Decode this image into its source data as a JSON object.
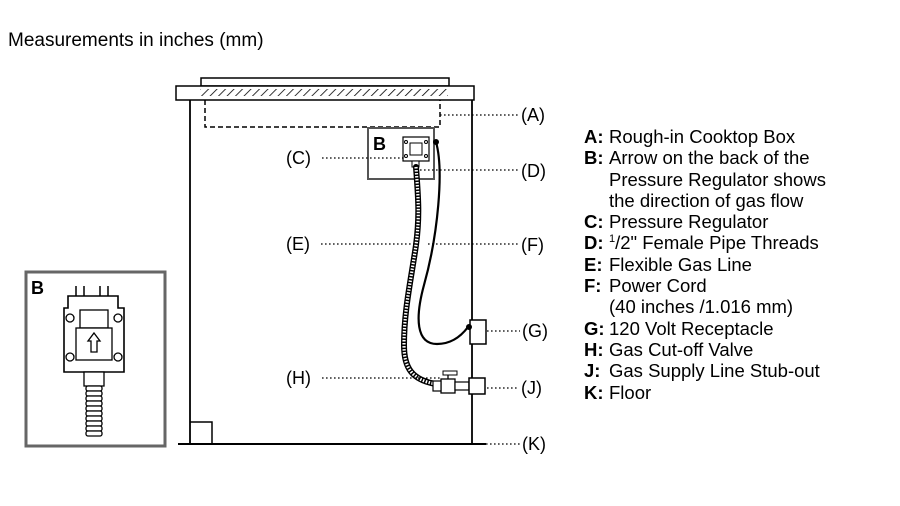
{
  "title": "Measurements in inches (mm)",
  "callouts": {
    "A": "(A)",
    "B_main": "B",
    "B_inset": "B",
    "C": "(C)",
    "D": "(D)",
    "E": "(E)",
    "F": "(F)",
    "G": "(G)",
    "H": "(H)",
    "J": "(J)",
    "K": "(K)"
  },
  "legend": [
    {
      "key": "A:",
      "lines": [
        "Rough-in Cooktop Box"
      ]
    },
    {
      "key": "B:",
      "lines": [
        "Arrow on the back of the",
        "Pressure Regulator shows",
        "the direction of gas flow"
      ]
    },
    {
      "key": "C:",
      "lines": [
        "Pressure Regulator"
      ]
    },
    {
      "key": "D:",
      "sup": "1",
      "lines": [
        "/2\" Female Pipe Threads"
      ]
    },
    {
      "key": "E:",
      "lines": [
        "Flexible Gas Line"
      ]
    },
    {
      "key": "F:",
      "lines": [
        "Power Cord",
        "(40 inches /1.016 mm)"
      ]
    },
    {
      "key": "G:",
      "lines": [
        "120 Volt Receptacle"
      ]
    },
    {
      "key": "H:",
      "lines": [
        "Gas Cut-off Valve"
      ]
    },
    {
      "key": "J:",
      "lines": [
        "Gas Supply Line Stub-out"
      ]
    },
    {
      "key": "K:",
      "lines": [
        "Floor"
      ]
    }
  ]
}
